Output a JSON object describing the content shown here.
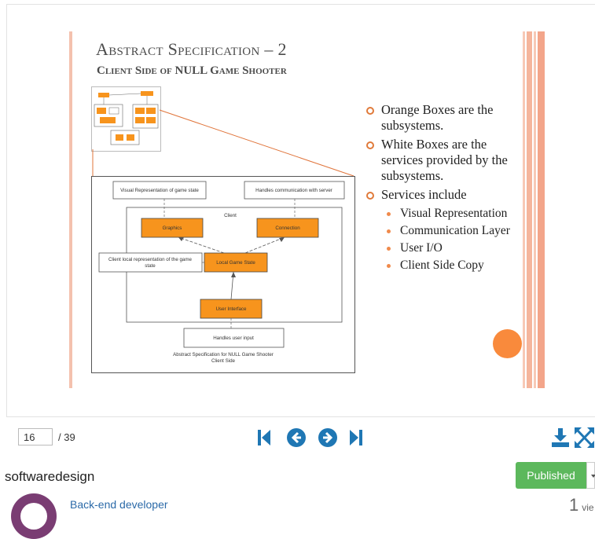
{
  "slide": {
    "title": "Abstract Specification – 2",
    "subtitle": "Client Side of NULL Game Shooter",
    "bullets": [
      {
        "text": "Orange Boxes are the subsystems.",
        "level": 1
      },
      {
        "text": "White Boxes are the services provided by the subsystems.",
        "level": 1
      },
      {
        "text": "Services include",
        "level": 1
      },
      {
        "text": "Visual Representation",
        "level": 2
      },
      {
        "text": "Communication Layer",
        "level": 2
      },
      {
        "text": "User I/O",
        "level": 2
      },
      {
        "text": "Client Side Copy",
        "level": 2
      }
    ],
    "diagram": {
      "visual_rep": "Visual Representation of game state",
      "handles_comm": "Handles communication with server",
      "client_label": "Client",
      "graphics": "Graphics",
      "connection": "Connection",
      "local_rep_1": "Client local representation of the game",
      "local_rep_2": "state",
      "local_game_state": "Local Game State",
      "user_interface": "User Interface",
      "handles_input": "Handles user input",
      "caption_1": "Abstract Specification for NULL Game Shooter",
      "caption_2": "Client Side"
    },
    "colors": {
      "orange": "#f7941d",
      "accent": "#f98a3c"
    }
  },
  "toolbar": {
    "page_current": "16",
    "page_total": "/ 39",
    "icons": [
      "first-page-icon",
      "prev-page-icon",
      "next-page-icon",
      "last-page-icon",
      "download-icon",
      "fullscreen-icon"
    ]
  },
  "document": {
    "title": "softwaredesign",
    "status": "Published",
    "author_role": "Back-end developer",
    "views_count": "1",
    "views_label": "vie"
  }
}
